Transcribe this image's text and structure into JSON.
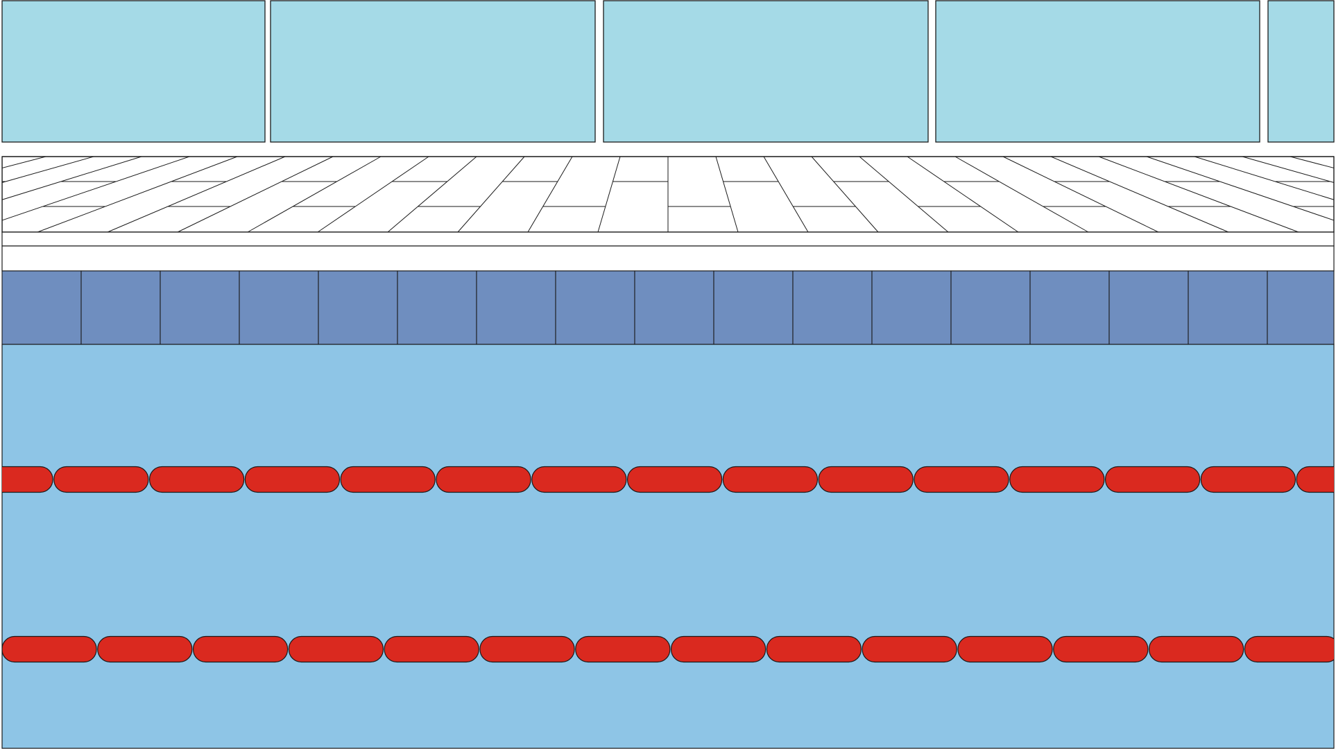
{
  "scene": {
    "description_free": true,
    "colors": {
      "window_glass": "#a5dae7",
      "window_stroke": "#1a1a1a",
      "deck_fill": "#ffffff",
      "gutter_fill": "#ffffff",
      "tile_fill": "#6f8ebf",
      "water_fill": "#8ec5e6",
      "lane_float": "#da291f",
      "outline": "#1a1a1a"
    },
    "windows": {
      "count": 5
    },
    "tiles": {
      "count": 17
    },
    "lane_lines": [
      {
        "floats": 15
      },
      {
        "floats": 14
      }
    ]
  }
}
